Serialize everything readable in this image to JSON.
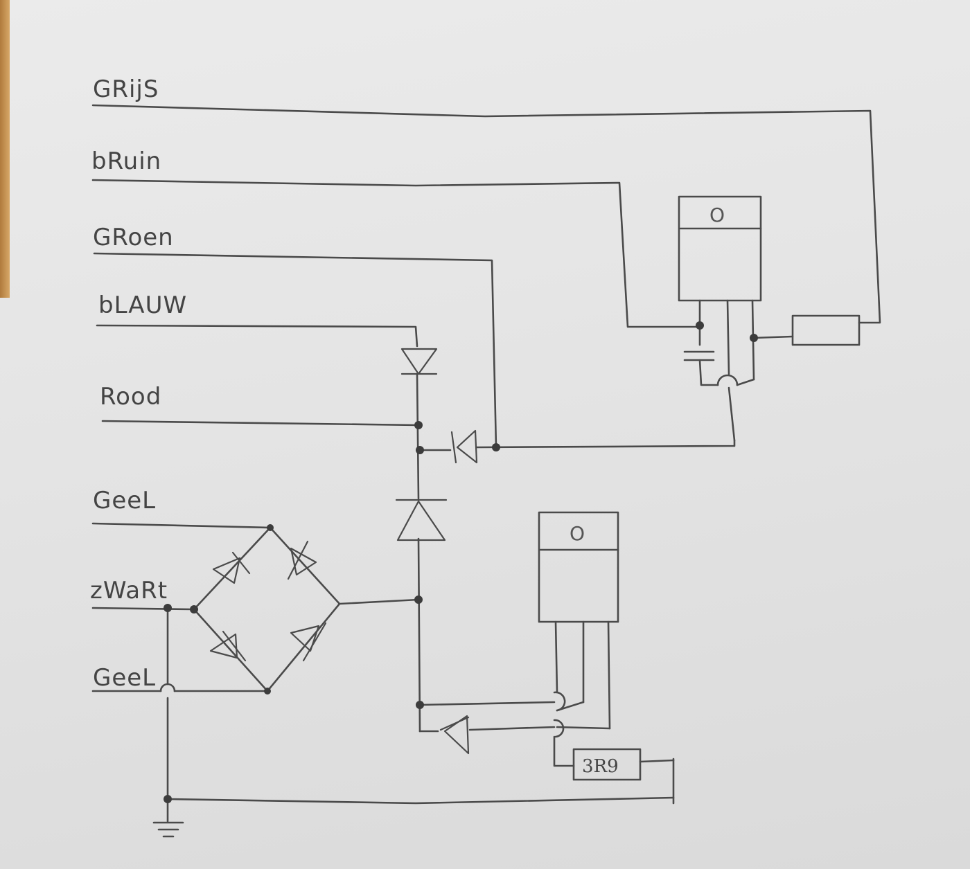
{
  "wire_labels": [
    {
      "id": "grijs",
      "text": "GRijS"
    },
    {
      "id": "bruin",
      "text": "bRuin"
    },
    {
      "id": "groen",
      "text": "GRoen"
    },
    {
      "id": "blauw",
      "text": "bLAUW"
    },
    {
      "id": "rood",
      "text": "Rood"
    },
    {
      "id": "geel-top",
      "text": "GeeL"
    },
    {
      "id": "zwart",
      "text": "zWaRt"
    },
    {
      "id": "geel-bottom",
      "text": "GeeL"
    }
  ],
  "resistor_value": "3R9",
  "transistor_pin_mark": "O",
  "ink_color": "#4a4a4a",
  "paper_color": "#e6e6e6"
}
